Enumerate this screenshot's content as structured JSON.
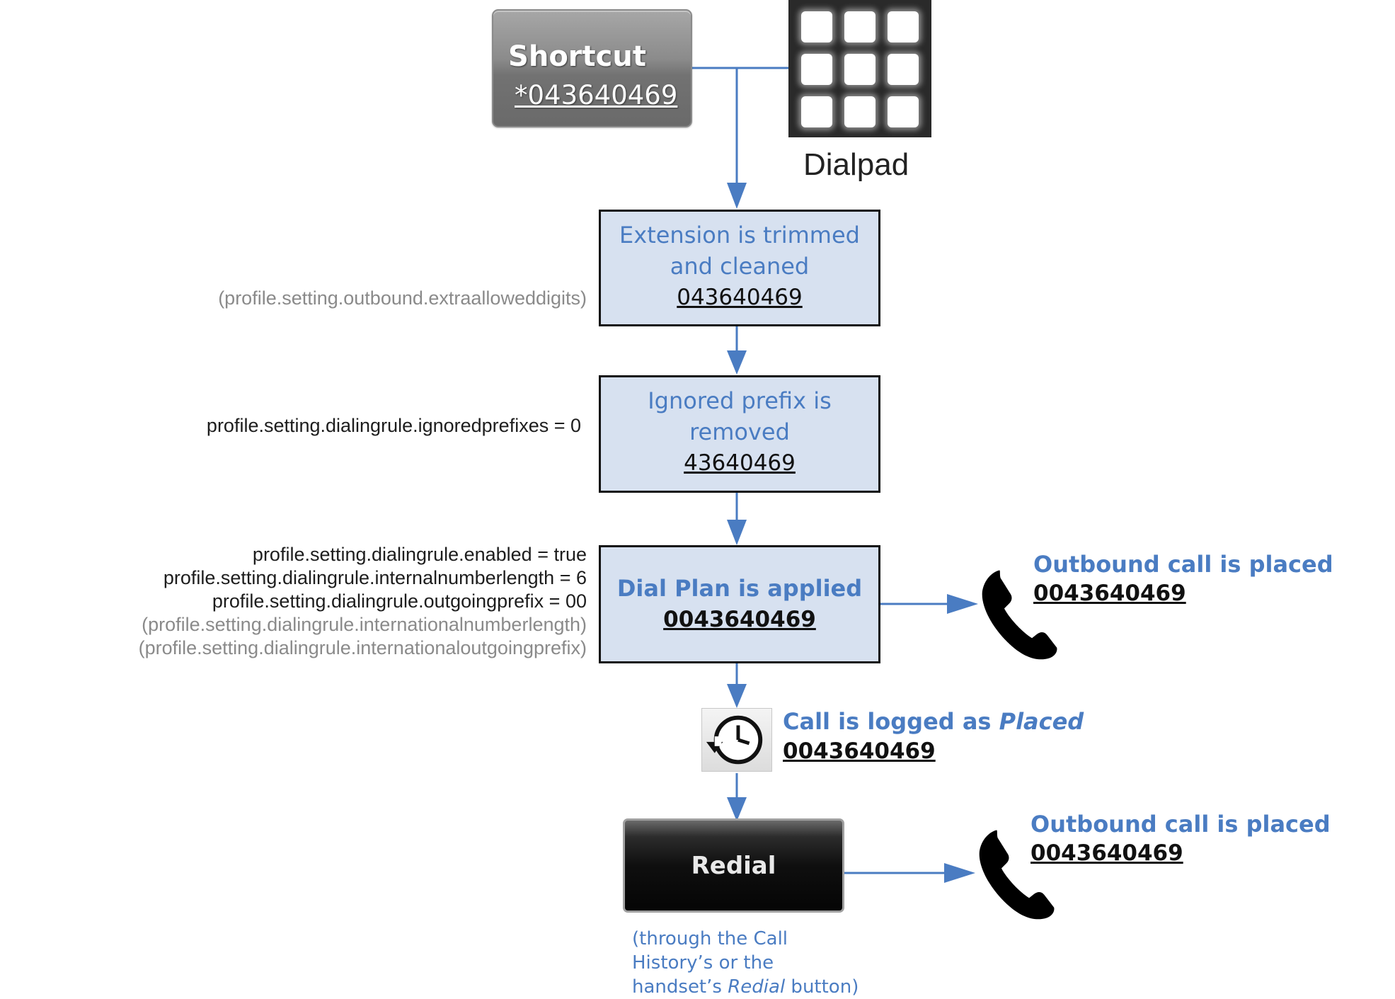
{
  "shortcut": {
    "title": "Shortcut",
    "number": "*043640469"
  },
  "dialpad": {
    "label": "Dialpad"
  },
  "steps": [
    {
      "lines": [
        "Extension is trimmed",
        "and cleaned"
      ],
      "number": "043640469"
    },
    {
      "lines": [
        "Ignored prefix is",
        "removed"
      ],
      "number": "43640469"
    },
    {
      "lines": [
        "Dial Plan is applied"
      ],
      "number": "0043640469"
    }
  ],
  "settings": {
    "trim": [
      "(profile.setting.outbound.extraalloweddigits)"
    ],
    "ignored": [
      "profile.setting.dialingrule.ignoredprefixes = 0"
    ],
    "dialplan": [
      "profile.setting.dialingrule.enabled = true",
      "profile.setting.dialingrule.internalnumberlength = 6",
      "profile.setting.dialingrule.outgoingprefix = 00",
      "(profile.setting.dialingrule.internationalnumberlength)",
      "(profile.setting.dialingrule.internationaloutgoingprefix)"
    ]
  },
  "outbound_1": {
    "title": "Outbound call is placed",
    "number": "0043640469"
  },
  "log": {
    "title_prefix": "Call is logged as ",
    "title_emph": "Placed",
    "number": "0043640469"
  },
  "redial": {
    "label": "Redial",
    "note_1": "(through the Call",
    "note_2": "History’s or the",
    "note_3a": "handset’s ",
    "note_3b": "Redial",
    "note_3c": " button)"
  },
  "outbound_2": {
    "title": "Outbound call is placed",
    "number": "0043640469"
  },
  "colors": {
    "accent": "#4a7cc2",
    "box_fill": "#d7e1f0",
    "arrow": "#4a7cc2"
  },
  "icons": [
    "dialpad-icon",
    "phone-handset-icon",
    "call-history-icon"
  ]
}
